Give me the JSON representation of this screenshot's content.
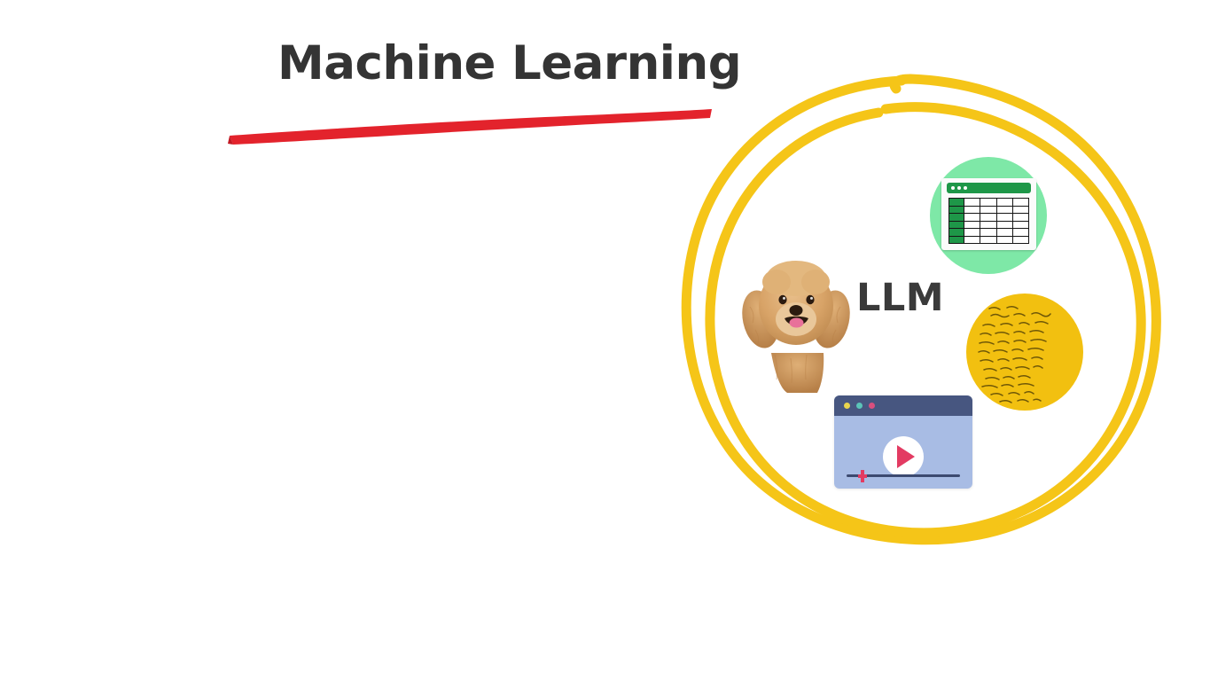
{
  "slide": {
    "background_color": "#ffffff",
    "title": "Machine Learning",
    "title_color": "#343434",
    "underline_color": "#E3232C"
  },
  "cluster": {
    "label": "LLM",
    "label_color": "#3a3a3a",
    "circle_color": "#F5C518",
    "circle_style": "hand-drawn double loop",
    "items": [
      {
        "name": "dog-photo",
        "kind": "image",
        "caption": "smiling apricot poodle photograph"
      },
      {
        "name": "spreadsheet-icon",
        "kind": "icon",
        "caption": "spreadsheet table window",
        "badge_color": "#7EE8A7",
        "accent_color": "#1E9748",
        "rows": 6,
        "columns": 5
      },
      {
        "name": "handwriting-icon",
        "kind": "icon",
        "caption": "handwritten note page",
        "badge_color": "#F2C010",
        "lines": 12
      },
      {
        "name": "video-player-icon",
        "kind": "icon",
        "caption": "video player with play button",
        "body_color": "#A8BCE4",
        "bar_color": "#475680",
        "play_color": "#E33B62"
      }
    ]
  },
  "video_player": {
    "dots": [
      "#E8D44D",
      "#5BC4B8",
      "#D94F7E"
    ],
    "progress_percent": 14
  },
  "spreadsheet": {
    "dots": 3,
    "header_column_filled": true
  }
}
